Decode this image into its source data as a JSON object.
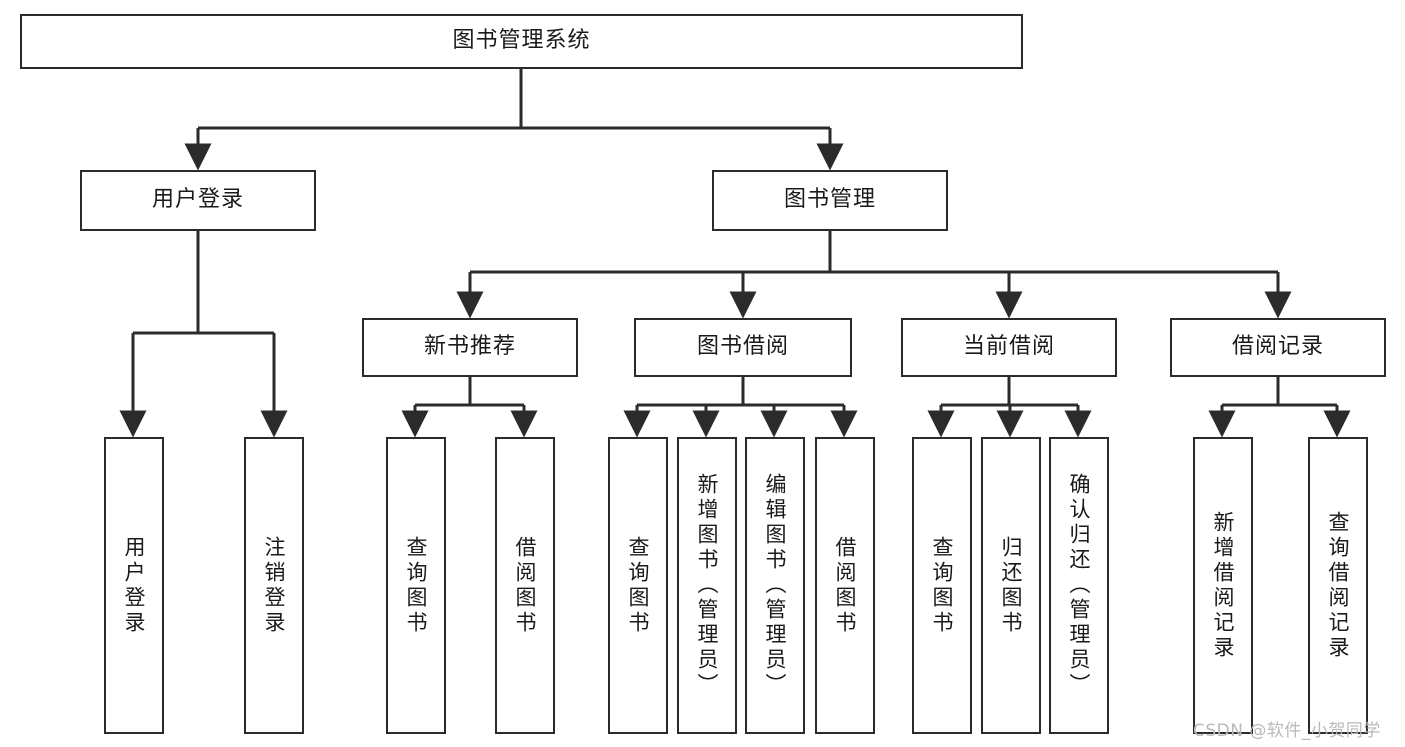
{
  "diagram": {
    "title": "图书管理系统",
    "orientation": "top-down-tree",
    "colors": {
      "node_border": "#2b2b2b",
      "node_fill": "#ffffff",
      "connector": "#2b2b2b",
      "text": "#1a1a1a",
      "watermark": "#b9b9b9",
      "background": "#ffffff"
    },
    "nodes": {
      "root": {
        "label": "图书管理系统",
        "level": 1,
        "text_direction": "horizontal"
      },
      "l2": [
        {
          "id": "user-login",
          "label": "用户登录",
          "text_direction": "horizontal"
        },
        {
          "id": "book-manage",
          "label": "图书管理",
          "text_direction": "horizontal"
        }
      ],
      "l3": [
        {
          "id": "new-book-rec",
          "label": "新书推荐",
          "text_direction": "horizontal"
        },
        {
          "id": "book-borrow",
          "label": "图书借阅",
          "text_direction": "horizontal"
        },
        {
          "id": "current-borrow",
          "label": "当前借阅",
          "text_direction": "horizontal"
        },
        {
          "id": "borrow-record",
          "label": "借阅记录",
          "text_direction": "horizontal"
        }
      ],
      "leaves": [
        {
          "id": "leaf-user-login",
          "label": "用户登录",
          "parent": "user-login",
          "text_direction": "vertical"
        },
        {
          "id": "leaf-user-logout",
          "label": "注销登录",
          "parent": "user-login",
          "text_direction": "vertical"
        },
        {
          "id": "leaf-query-book-rec",
          "label": "查询图书",
          "parent": "new-book-rec",
          "text_direction": "vertical"
        },
        {
          "id": "leaf-borrow-book-rec",
          "label": "借阅图书",
          "parent": "new-book-rec",
          "text_direction": "vertical"
        },
        {
          "id": "leaf-query-book-bb",
          "label": "查询图书",
          "parent": "book-borrow",
          "text_direction": "vertical"
        },
        {
          "id": "leaf-add-book",
          "label": "新增图书（管理员）",
          "parent": "book-borrow",
          "text_direction": "vertical"
        },
        {
          "id": "leaf-edit-book",
          "label": "编辑图书（管理员）",
          "parent": "book-borrow",
          "text_direction": "vertical"
        },
        {
          "id": "leaf-borrow-book-bb",
          "label": "借阅图书",
          "parent": "book-borrow",
          "text_direction": "vertical"
        },
        {
          "id": "leaf-query-book-cb",
          "label": "查询图书",
          "parent": "current-borrow",
          "text_direction": "vertical"
        },
        {
          "id": "leaf-return-book",
          "label": "归还图书",
          "parent": "current-borrow",
          "text_direction": "vertical"
        },
        {
          "id": "leaf-confirm-return",
          "label": "确认归还（管理员）",
          "parent": "current-borrow",
          "text_direction": "vertical"
        },
        {
          "id": "leaf-add-record",
          "label": "新增借阅记录",
          "parent": "borrow-record",
          "text_direction": "vertical"
        },
        {
          "id": "leaf-query-record",
          "label": "查询借阅记录",
          "parent": "borrow-record",
          "text_direction": "vertical"
        }
      ]
    },
    "watermark": "CSDN @软件_小贺同学"
  }
}
